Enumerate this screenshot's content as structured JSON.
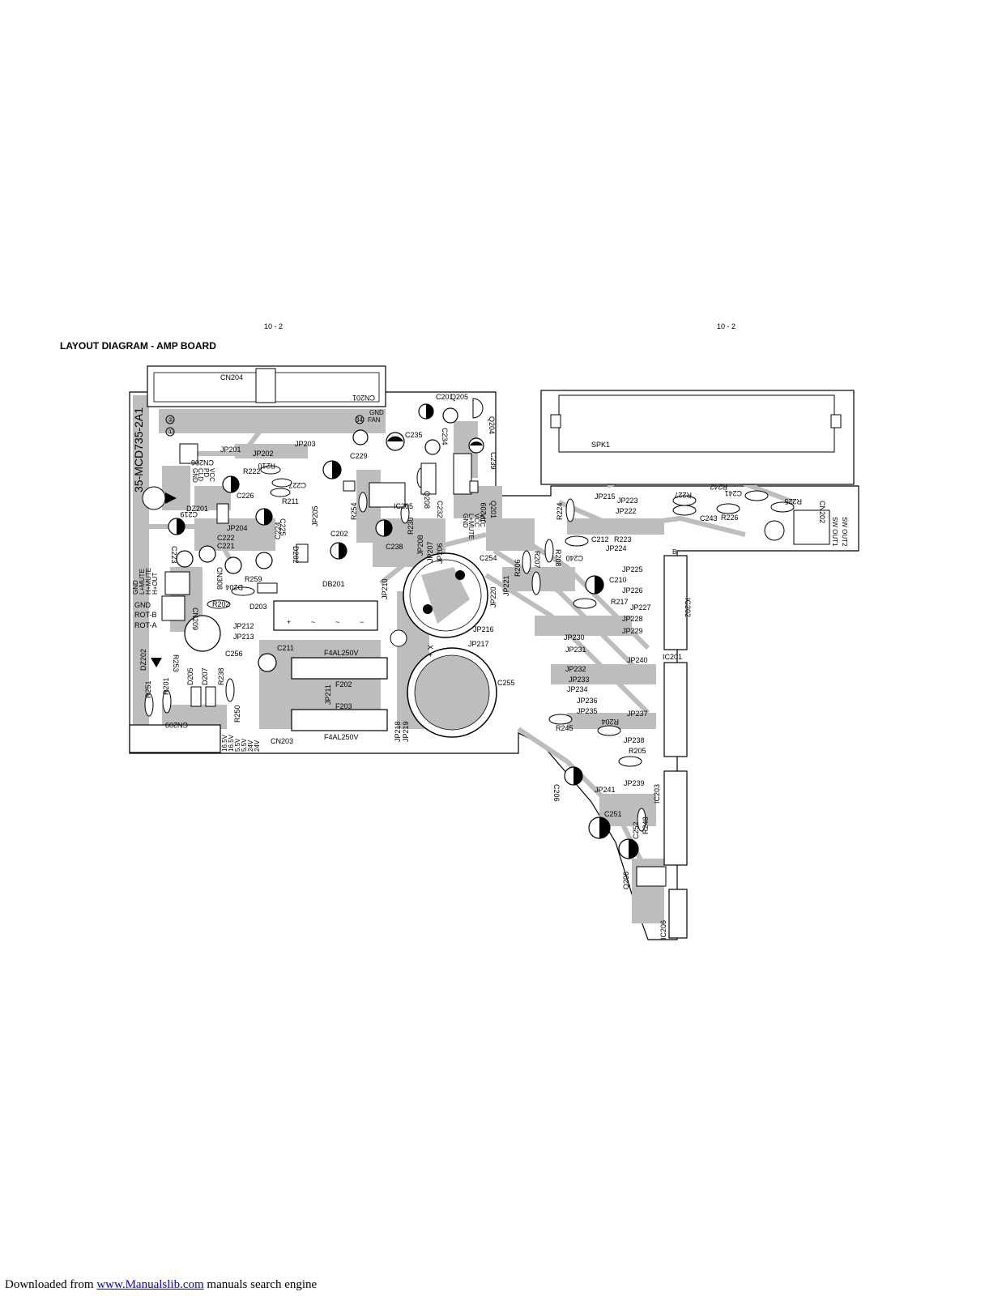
{
  "page_numbers": {
    "left": "10 - 2",
    "right": "10 - 2"
  },
  "title": "LAYOUT DIAGRAM - AMP BOARD",
  "board": {
    "board_id": "35-MCD735-2A1",
    "connector_left": "CN204",
    "connector_left_mirror": "CN201",
    "connector_right": "SPK1",
    "speaker_connector": "CN202",
    "speaker_pins": [
      "SW OUT1",
      "SW OUT2"
    ],
    "fuse_rating": "F4AL250V",
    "cn208_pins": [
      "GND",
      "L+MUTE",
      "H+MUTE",
      "H+OUT"
    ],
    "cn209_pins": [
      "GND",
      "ROT-B",
      "ROT-A"
    ],
    "cn203_pins": [
      "16.5V",
      "16.5V",
      "5.5V",
      "5.5V",
      "24V",
      "24V"
    ],
    "gnd_fan": [
      "GND",
      "FAN"
    ],
    "ic205_pins": [
      "GND",
      "L+MUTE",
      "VCC",
      "VCC"
    ],
    "pd_pins": [
      "GND",
      "CLD",
      "PD",
      "VCC"
    ],
    "marker_b": "B",
    "misc": {
      "circle1": "①",
      "circle2": "②",
      "circle34": "34",
      "plus": "+",
      "tilde": "~",
      "minus": "−",
      "x": "X"
    }
  },
  "footer": {
    "prefix": "Downloaded from ",
    "link": "www.Manualslib.com",
    "suffix": "  manuals search engine"
  }
}
